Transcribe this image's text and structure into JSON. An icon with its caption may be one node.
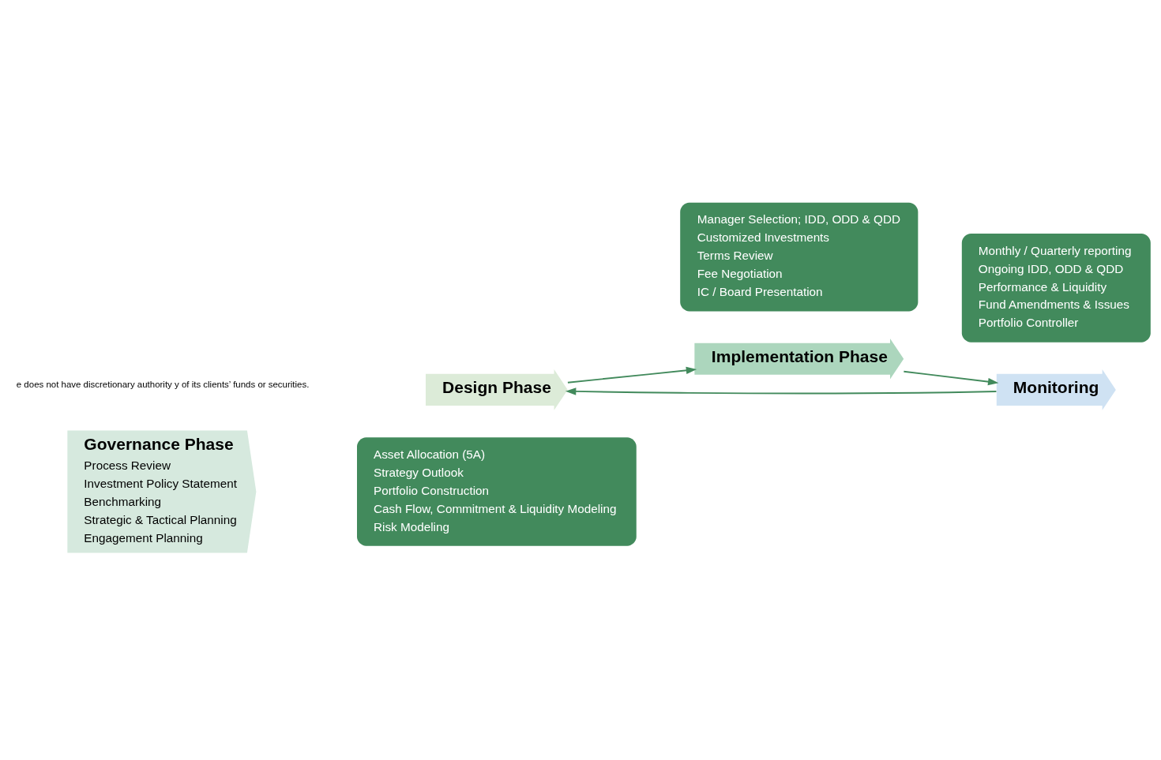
{
  "diagram": {
    "nodes": [
      {
        "text": [
          "Governance Phase",
          "Process Review",
          "Investment Policy Statement",
          "Benchmarking",
          "Strategic & Tactical Planning",
          "Engagement Planning"
        ]
      },
      {
        "text": [
          "Design Phase"
        ]
      },
      {
        "text": [
          "Asset Allocation (5A)",
          "Strategy Outlook",
          "Portfolio Construction",
          "Cash Flow, Commitment & Liquidity Modeling",
          "Risk Modeling"
        ]
      },
      {
        "text": [
          "Implementation Phase"
        ]
      },
      {
        "text": [
          "Manager Selection; IDD, ODD & QDD",
          "Customized Investments",
          "Terms Review",
          "Fee Negotiation",
          "IC / Board Presentation"
        ]
      },
      {
        "text": [
          "Monitoring"
        ]
      },
      {
        "text": [
          "Monthly / Quarterly reporting",
          "Ongoing IDD, ODD & QDD",
          "Performance & Liquidity",
          "Fund Amendments & Issues",
          "Portfolio Controller"
        ]
      }
    ],
    "edges": [
      {
        "from": 1,
        "to": 3,
        "arrow": "to"
      },
      {
        "from": 3,
        "to": 5,
        "arrow": "to"
      },
      {
        "from": 5,
        "to": 1,
        "arrow": "to"
      }
    ],
    "labels": [
      "e does not have discretionary authority y of its clients’ funds or securities."
    ]
  }
}
